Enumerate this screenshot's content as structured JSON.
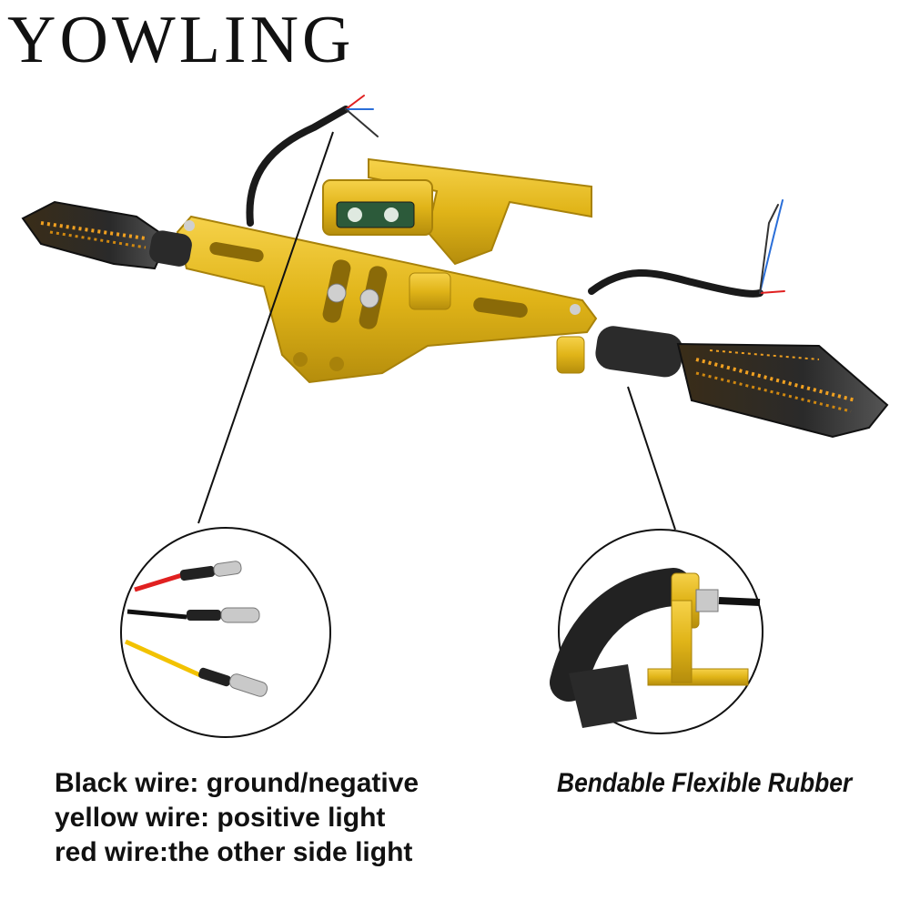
{
  "brand": {
    "logo_text": "YOWLING"
  },
  "icons": {
    "main": "license-plate-bracket-with-turn-signals",
    "left_detail": "wire-connectors-icon",
    "right_detail": "flexible-rubber-stem-icon"
  },
  "colors": {
    "gold": "#e0b418",
    "gold_dark": "#a8820a",
    "amber": "#f0a020",
    "smoke": "#2b2b2b",
    "wire_red": "#e02020",
    "wire_yellow": "#f2c200",
    "wire_black": "#111111"
  },
  "captions": {
    "wires": [
      "Black wire: ground/negative",
      "yellow wire: positive light",
      "red wire:the other side light"
    ],
    "rubber": "Bendable Flexible Rubber"
  }
}
